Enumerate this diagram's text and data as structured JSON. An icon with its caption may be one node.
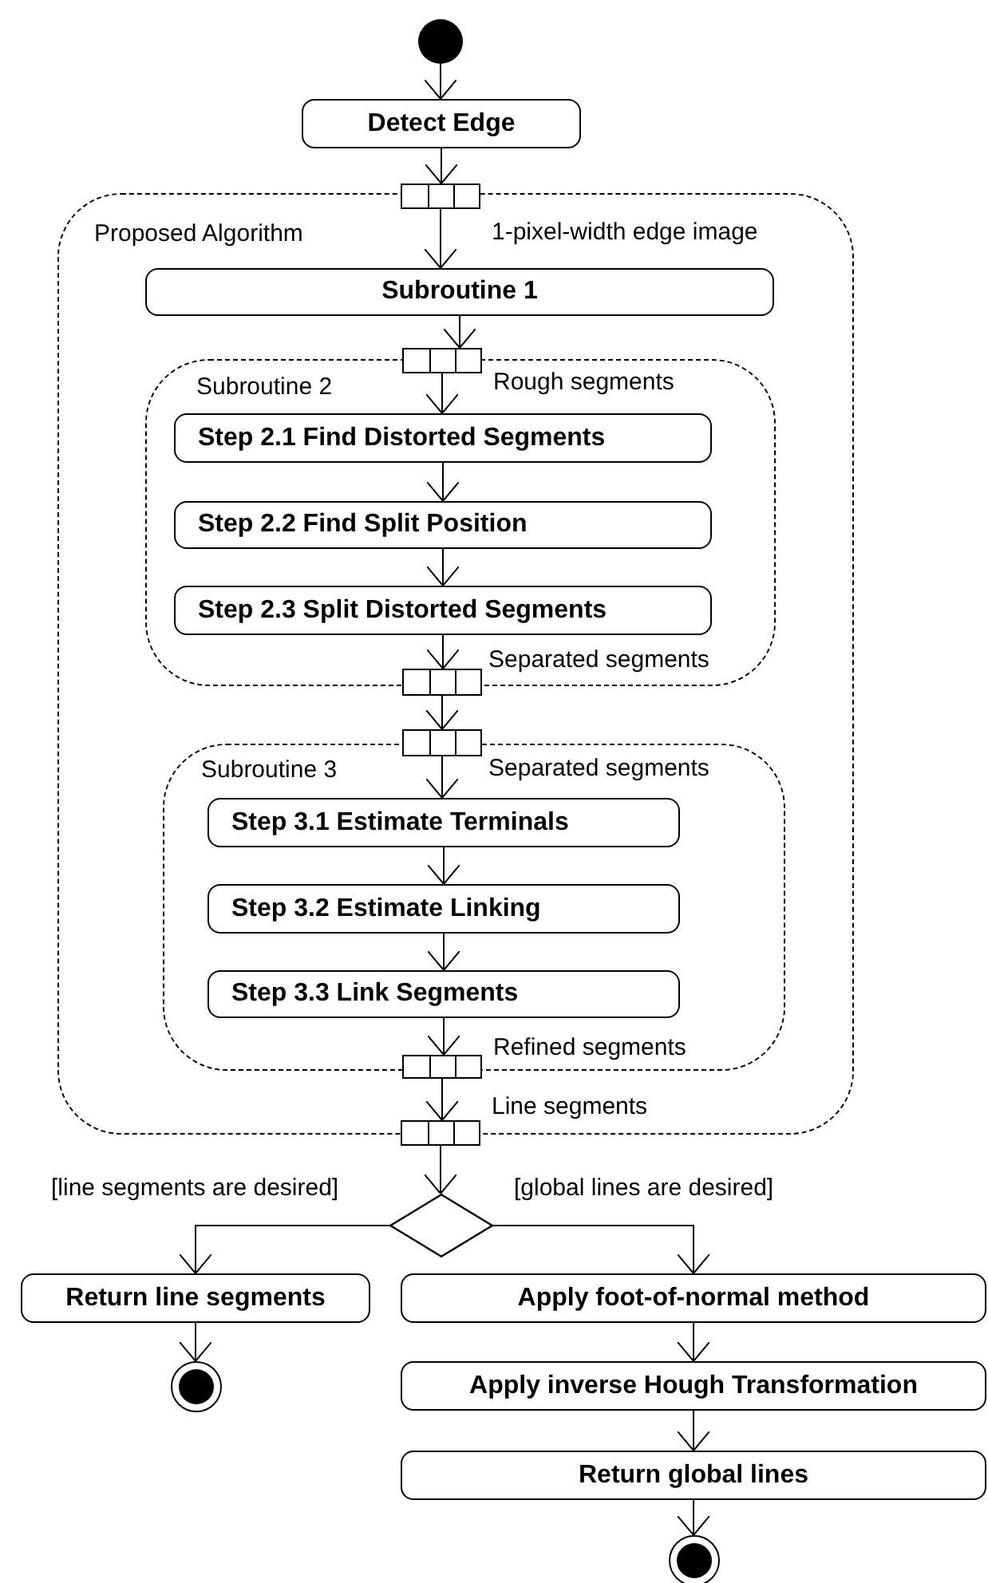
{
  "diagram": {
    "nodes": [
      {
        "text": [],
        "shape": "circle"
      },
      {
        "text": [
          "Detect Edge"
        ]
      },
      {
        "text": [
          "Proposed Algorithm"
        ]
      },
      {
        "text": [],
        "shape": "box",
        "beside": [
          "1-pixel-width edge image"
        ]
      },
      {
        "text": [
          "Subroutine 1"
        ],
        "in": 2
      },
      {
        "text": [],
        "shape": "box",
        "in": 2,
        "beside": [
          "Rough segments"
        ]
      },
      {
        "text": [
          "Subroutine 2"
        ],
        "in": 2
      },
      {
        "text": [
          "Step 2.1 Find Distorted Segments"
        ],
        "in": 6
      },
      {
        "text": [
          "Step 2.2 Find Split Position"
        ],
        "in": 6
      },
      {
        "text": [
          "Step 2.3 Split Distorted Segments"
        ],
        "in": 6
      },
      {
        "text": [],
        "shape": "box",
        "in": 2,
        "beside": [
          "Separated segments"
        ]
      },
      {
        "text": [],
        "shape": "box",
        "in": 2,
        "beside": [
          "Separated segments"
        ]
      },
      {
        "text": [
          "Subroutine 3"
        ],
        "in": 2
      },
      {
        "text": [
          "Step 3.1 Estimate Terminals"
        ],
        "in": 12
      },
      {
        "text": [
          "Step 3.2 Estimate Linking"
        ],
        "in": 12
      },
      {
        "text": [
          "Step 3.3 Link Segments"
        ],
        "in": 12
      },
      {
        "text": [],
        "shape": "box",
        "in": 2,
        "beside": [
          "Refined segments"
        ]
      },
      {
        "text": [],
        "shape": "box",
        "beside": [
          "Line segments"
        ]
      },
      {
        "text": [],
        "shape": "diamond"
      },
      {
        "text": [
          "Return line segments"
        ]
      },
      {
        "text": [],
        "shape": "circle"
      },
      {
        "text": [
          "Apply foot-of-normal method"
        ]
      },
      {
        "text": [
          "Apply inverse Hough Transformation"
        ]
      },
      {
        "text": [
          "Return global lines"
        ]
      },
      {
        "text": [],
        "shape": "circle"
      }
    ],
    "edges": [
      {
        "from": 0,
        "to": 1,
        "arrow": "to"
      },
      {
        "from": 1,
        "to": 3,
        "arrow": "to"
      },
      {
        "from": 3,
        "to": 4,
        "arrow": "to"
      },
      {
        "from": 4,
        "to": 5,
        "arrow": "to"
      },
      {
        "from": 5,
        "to": 7,
        "arrow": "to"
      },
      {
        "from": 7,
        "to": 8,
        "arrow": "to"
      },
      {
        "from": 8,
        "to": 9,
        "arrow": "to"
      },
      {
        "from": 9,
        "to": 10,
        "arrow": "to"
      },
      {
        "from": 10,
        "to": 11,
        "arrow": "to"
      },
      {
        "from": 11,
        "to": 13,
        "arrow": "to"
      },
      {
        "from": 13,
        "to": 14,
        "arrow": "to"
      },
      {
        "from": 14,
        "to": 15,
        "arrow": "to"
      },
      {
        "from": 15,
        "to": 16,
        "arrow": "to"
      },
      {
        "from": 16,
        "to": 17,
        "arrow": "to"
      },
      {
        "from": 17,
        "to": 18,
        "arrow": "to"
      },
      {
        "from": 18,
        "to": 19,
        "arrow": "to",
        "label": "[line segments are desired]"
      },
      {
        "from": 18,
        "to": 21,
        "arrow": "to",
        "label": "[global lines are desired]"
      },
      {
        "from": 19,
        "to": 20,
        "arrow": "to"
      },
      {
        "from": 21,
        "to": 22,
        "arrow": "to"
      },
      {
        "from": 22,
        "to": 23,
        "arrow": "to"
      },
      {
        "from": 23,
        "to": 24,
        "arrow": "to"
      }
    ]
  }
}
